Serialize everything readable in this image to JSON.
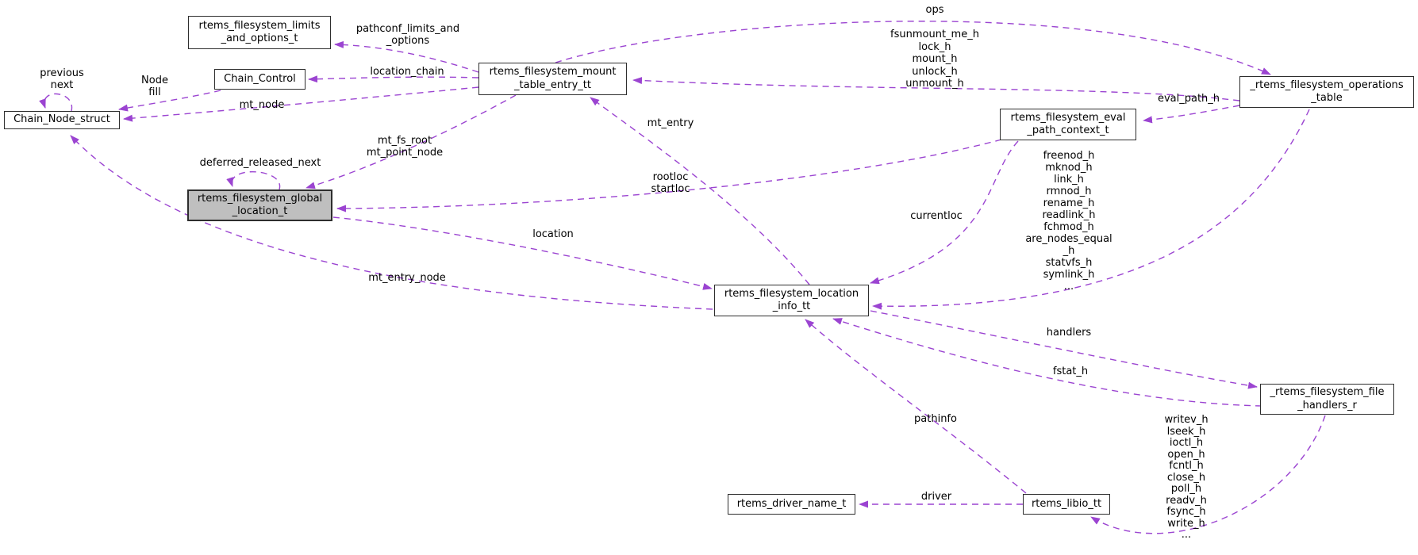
{
  "diagram_type": "doxygen-collaboration-graph",
  "colors": {
    "background": "#ffffff",
    "edge": "#9b44d1",
    "node_border": "#2e2e2e",
    "node_fill": "#ffffff",
    "highlight_fill": "#bfbfbf",
    "text": "#000000"
  },
  "nodes": {
    "chain_node_struct": {
      "label": "Chain_Node_struct"
    },
    "limits": {
      "label": "rtems_filesystem_limits\n_and_options_t"
    },
    "chain_control": {
      "label": "Chain_Control"
    },
    "mount_table_entry": {
      "label": "rtems_filesystem_mount\n_table_entry_tt"
    },
    "global_location": {
      "label": "rtems_filesystem_global\n_location_t"
    },
    "eval_path_context": {
      "label": "rtems_filesystem_eval\n_path_context_t"
    },
    "operations_table": {
      "label": "_rtems_filesystem_operations\n_table"
    },
    "location_info": {
      "label": "rtems_filesystem_location\n_info_tt"
    },
    "file_handlers": {
      "label": "_rtems_filesystem_file\n_handlers_r"
    },
    "driver_name": {
      "label": "rtems_driver_name_t"
    },
    "libio": {
      "label": "rtems_libio_tt"
    }
  },
  "edge_labels": {
    "previous_next": {
      "text": "previous\nnext"
    },
    "node_fill": {
      "text": "Node\nfill"
    },
    "pathconf": {
      "text": "pathconf_limits_and\n_options"
    },
    "location_chain": {
      "text": "location_chain"
    },
    "mt_node": {
      "text": "mt_node"
    },
    "mt_fs_root": {
      "text": "mt_fs_root\nmt_point_node"
    },
    "deferred_released_next": {
      "text": "deferred_released_next"
    },
    "mt_entry": {
      "text": "mt_entry"
    },
    "rootloc_startloc": {
      "text": "rootloc\nstartloc"
    },
    "location": {
      "text": "location"
    },
    "mt_entry_node": {
      "text": "mt_entry_node"
    },
    "ops": {
      "text": "ops"
    },
    "ops_mount_hooks": {
      "text": "fsunmount_me_h\nlock_h\nmount_h\nunlock_h\nunmount_h"
    },
    "eval_path_h": {
      "text": "eval_path_h"
    },
    "ops_location_hooks": {
      "text": "freenod_h\nmknod_h\nlink_h\nrmnod_h\nrename_h\nreadlink_h\nfchmod_h\nare_nodes_equal\n_h\nstatvfs_h\nsymlink_h\n..."
    },
    "currentloc": {
      "text": "currentloc"
    },
    "handlers": {
      "text": "handlers"
    },
    "fstat_h": {
      "text": "fstat_h"
    },
    "pathinfo": {
      "text": "pathinfo"
    },
    "handlers_libio_hooks": {
      "text": "writev_h\nlseek_h\nioctl_h\nopen_h\nfcntl_h\nclose_h\npoll_h\nreadv_h\nfsync_h\nwrite_h\n..."
    },
    "driver": {
      "text": "driver"
    }
  }
}
